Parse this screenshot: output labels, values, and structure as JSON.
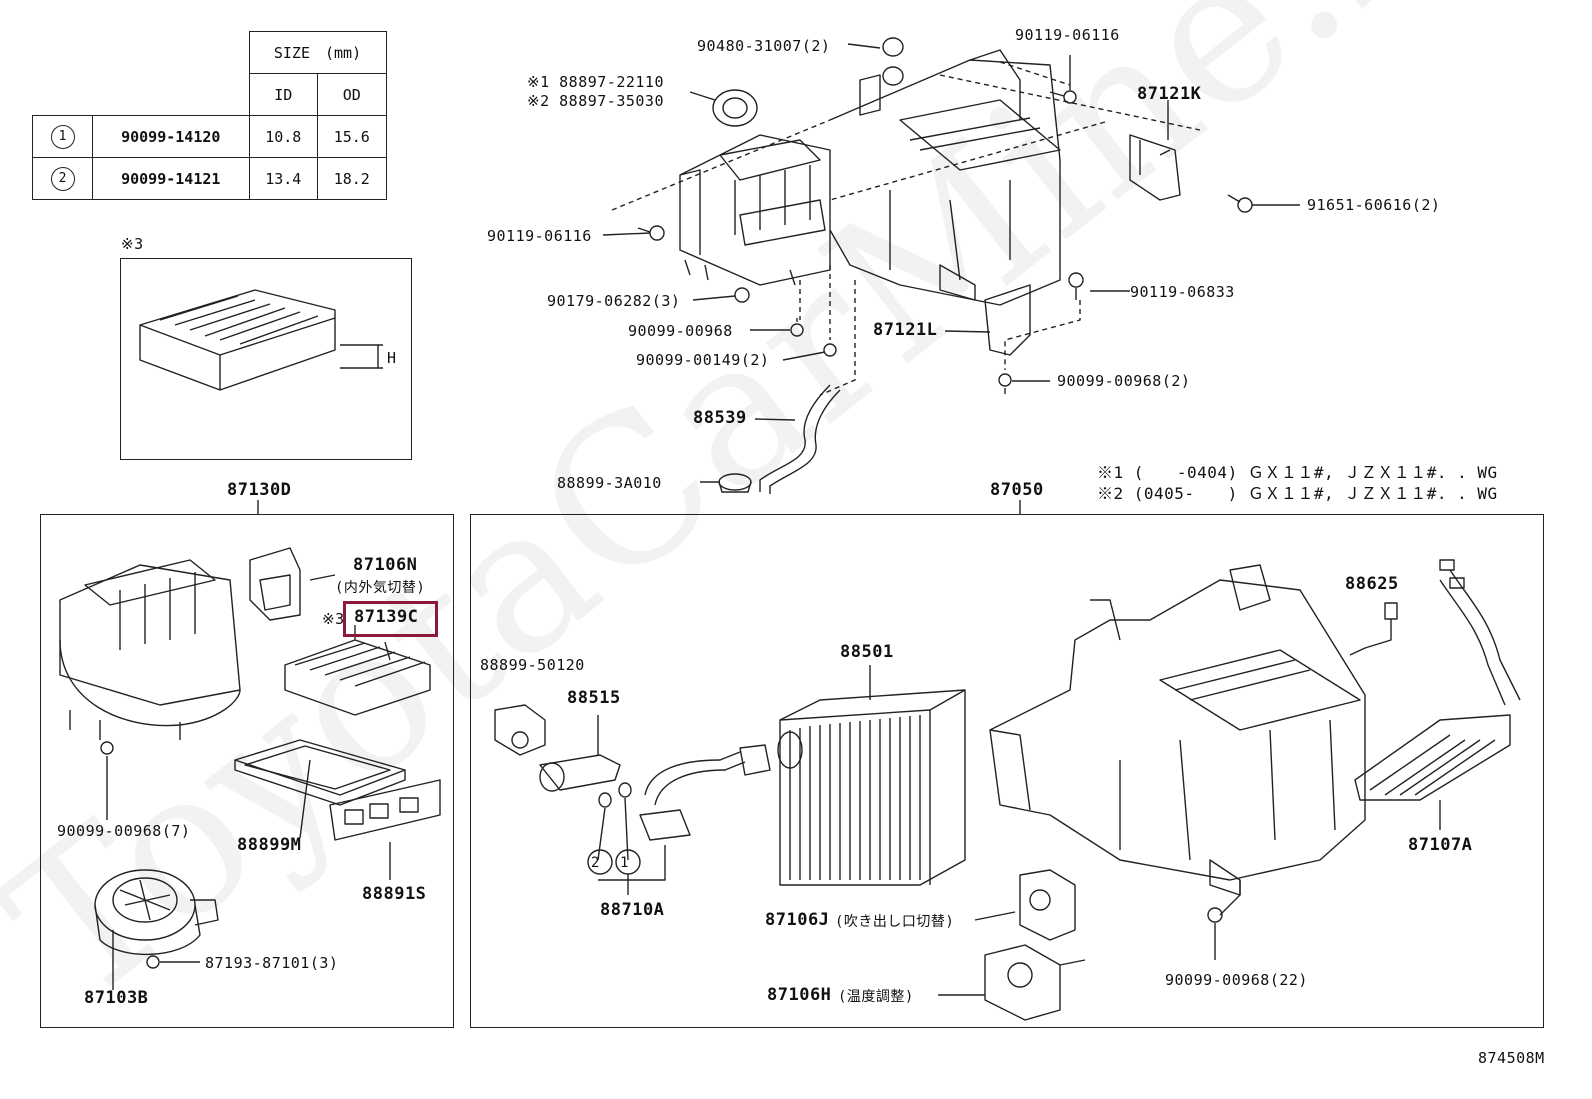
{
  "size_table": {
    "header": "SIZE　(mm)",
    "col_id": "ID",
    "col_od": "OD",
    "rows": [
      {
        "mark": "1",
        "part": "90099-14120",
        "id": "10.8",
        "od": "15.6"
      },
      {
        "mark": "2",
        "part": "90099-14121",
        "id": "13.4",
        "od": "18.2"
      }
    ]
  },
  "filter_box": {
    "note": "※3",
    "dim": "H"
  },
  "top_labels": {
    "l90480": "90480-31007(2)",
    "l88897a": "※1 88897-22110",
    "l88897b": "※2 88897-35030",
    "l90119a": "90119-06116",
    "l87121k": "87121K",
    "l91651": "91651-60616(2)",
    "l90119b": "90119-06116",
    "l90179": "90179-06282(3)",
    "l90099a": "90099-00968",
    "l90099b": "90099-00149(2)",
    "l87121l": "87121L",
    "l90119c": "90119-06833",
    "l90099c": "90099-00968(2)",
    "l88539": "88539",
    "l88899": "88899-3A010"
  },
  "notes": {
    "n1": "※1 (　　-0404) ＧＸ１１#, ＪＺＸ１１#. . WG",
    "n2": "※2 (0405-　　) ＧＸ１１#, ＪＺＸ１１#. . WG"
  },
  "left_box": {
    "title": "87130D",
    "l87106n": "87106N",
    "l87106n_jp": "(内外気切替)",
    "mark3": "※3",
    "l87139c": "87139C",
    "l90099": "90099-00968(7)",
    "l88899m": "88899M",
    "l88891s": "88891S",
    "l87193": "87193-87101(3)",
    "l87103b": "87103B"
  },
  "right_box": {
    "title": "87050",
    "l88899": "88899-50120",
    "l88515": "88515",
    "l88501": "88501",
    "l88625": "88625",
    "l87107a": "87107A",
    "l88710a": "88710A",
    "l87106j": "87106J",
    "l87106j_jp": "(吹き出し口切替)",
    "l87106h": "87106H",
    "l87106h_jp": "(温度調整)",
    "l90099": "90099-00968(22)",
    "c2": "2",
    "c1": "1"
  },
  "footer": {
    "code": "874508M"
  },
  "watermark": "ToyotaCarMine.ru",
  "colors": {
    "highlight": "#8b1a3a",
    "line": "#222222"
  }
}
